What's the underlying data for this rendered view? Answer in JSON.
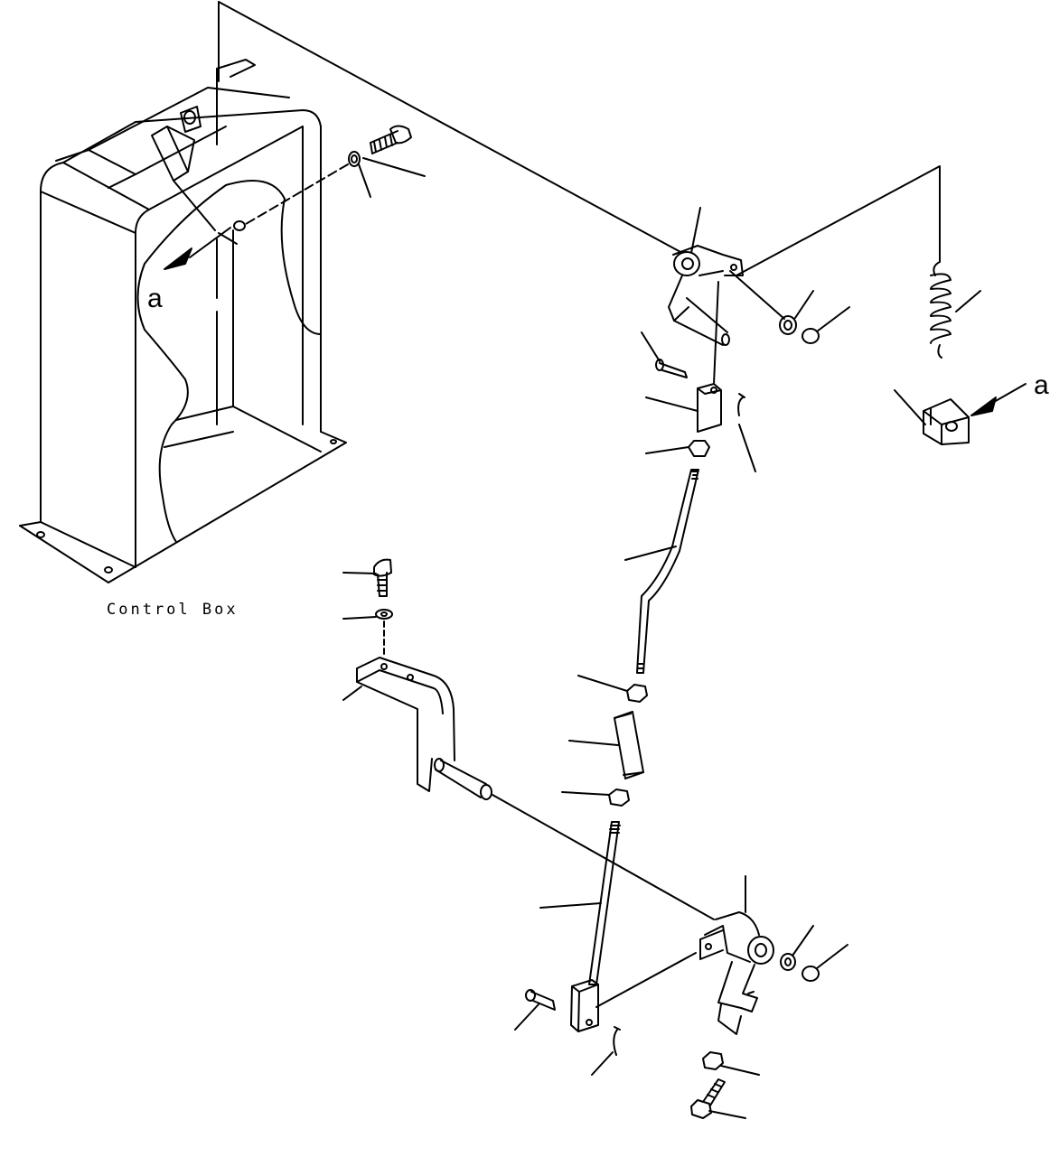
{
  "diagram": {
    "control_box_label": "Control Box",
    "view_marker_left": "a",
    "view_marker_right": "a"
  }
}
